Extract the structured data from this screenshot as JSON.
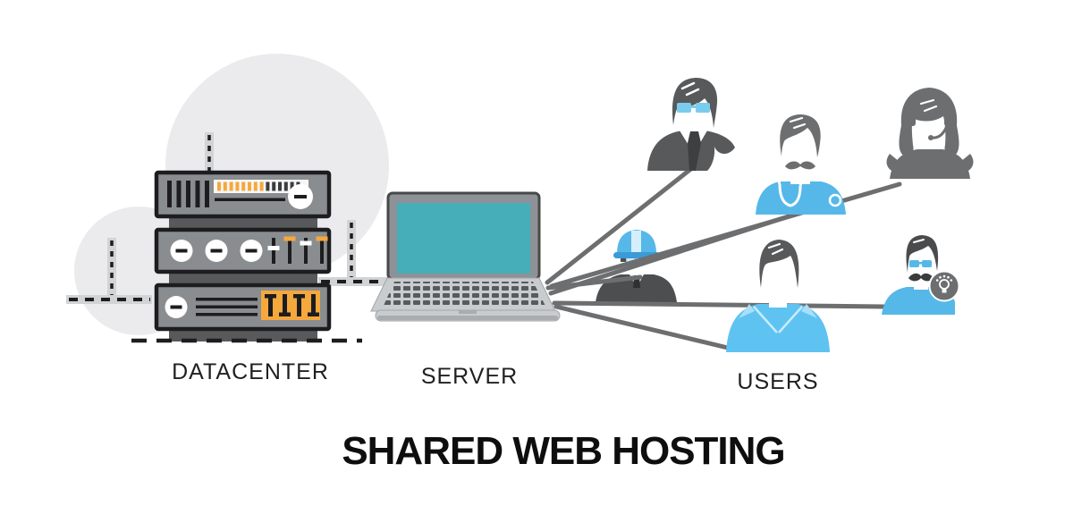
{
  "diagram": {
    "title": "SHARED WEB HOSTING",
    "nodes": {
      "datacenter": {
        "label": "DATACENTER",
        "icon": "server-rack-icon"
      },
      "server": {
        "label": "SERVER",
        "icon": "laptop-icon"
      },
      "users": {
        "label": "USERS",
        "icons": [
          "businessman-icon",
          "doctor-icon",
          "support-agent-icon",
          "engineer-icon",
          "woman-user-icon",
          "idea-user-icon",
          "lightbulb-icon"
        ]
      }
    },
    "colors": {
      "accent_blue": "#56b8e8",
      "light_blue": "#7accee",
      "screen_teal": "#46aeb9",
      "accent_orange": "#f5a83c",
      "silhouette_dark_gray": "#58595b",
      "silhouette_gray": "#6d6e70",
      "rack_gray": "#8a8d90",
      "outline_black": "#1d1d1f",
      "background_circle": "#ebebed"
    }
  }
}
